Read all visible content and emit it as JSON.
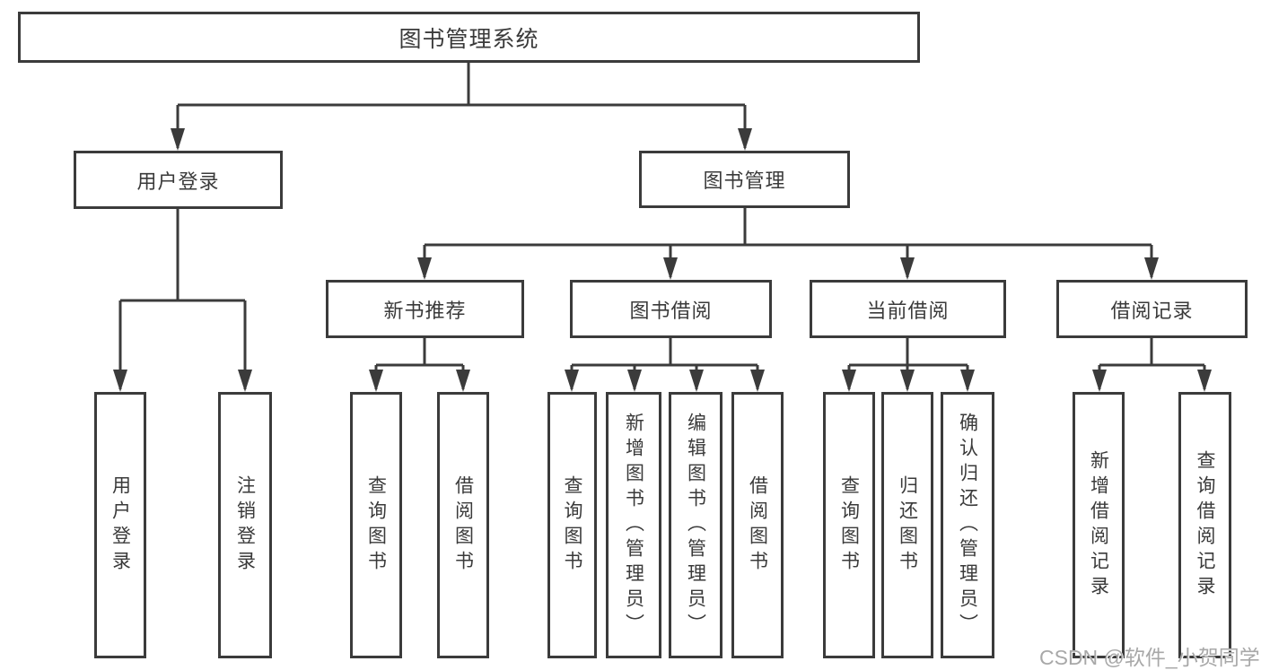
{
  "tree": {
    "label": "图书管理系统",
    "children": [
      {
        "label": "用户登录",
        "children": [
          {
            "label": "用户登录"
          },
          {
            "label": "注销登录"
          }
        ]
      },
      {
        "label": "图书管理",
        "children": [
          {
            "label": "新书推荐",
            "children": [
              {
                "label": "查询图书"
              },
              {
                "label": "借阅图书"
              }
            ]
          },
          {
            "label": "图书借阅",
            "children": [
              {
                "label": "查询图书"
              },
              {
                "label": "新增图书（管理员）"
              },
              {
                "label": "编辑图书（管理员）"
              },
              {
                "label": "借阅图书"
              }
            ]
          },
          {
            "label": "当前借阅",
            "children": [
              {
                "label": "查询图书"
              },
              {
                "label": "归还图书"
              },
              {
                "label": "确认归还（管理员）"
              }
            ]
          },
          {
            "label": "借阅记录",
            "children": [
              {
                "label": "新增借阅记录"
              },
              {
                "label": "查询借阅记录"
              }
            ]
          }
        ]
      }
    ]
  },
  "watermark": {
    "text": "CSDN @软件_小贺同学"
  },
  "colors": {
    "line": "#3b3b3b",
    "border": "#3b3b3b",
    "text": "#3a3a3a",
    "watermark": "#a8a8a8",
    "background": "#ffffff"
  }
}
